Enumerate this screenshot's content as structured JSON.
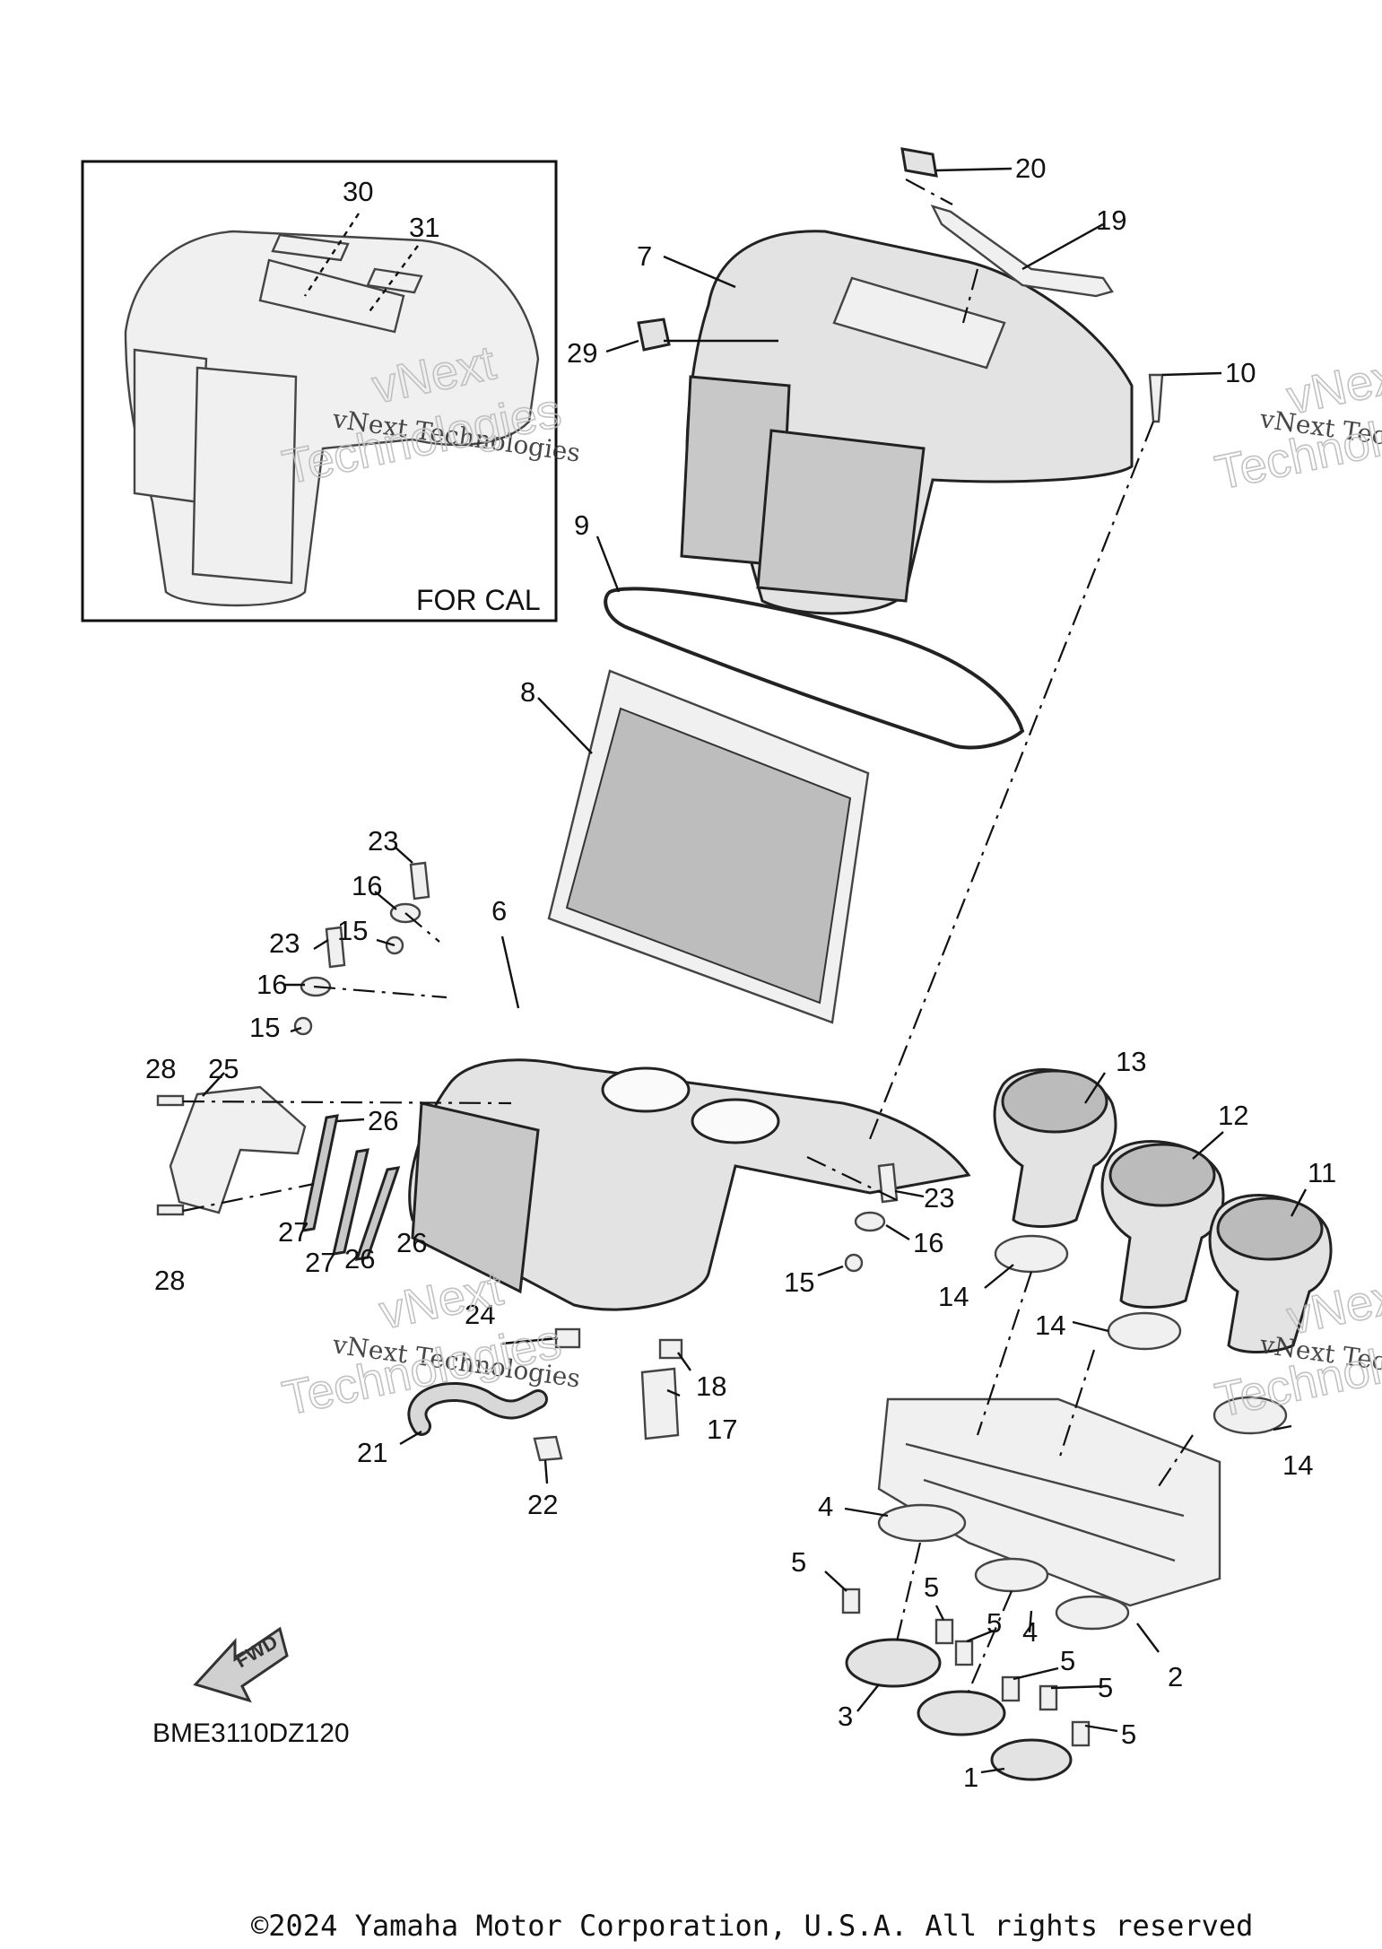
{
  "inset": {
    "label": "FOR CAL"
  },
  "drawing_code": "BME3110DZ120",
  "fwd_label": "FWD",
  "watermark": {
    "line1": "vNext Technologies",
    "line2": "vNext",
    "line3": "Technologies"
  },
  "copyright": "©2024 Yamaha Motor Corporation, U.S.A. All rights reserved",
  "callouts": {
    "c1": "1",
    "c2": "2",
    "c3": "3",
    "c4a": "4",
    "c4b": "4",
    "c5a": "5",
    "c5b": "5",
    "c5c": "5",
    "c5d": "5",
    "c5e": "5",
    "c5f": "5",
    "c6": "6",
    "c7": "7",
    "c8": "8",
    "c9": "9",
    "c10": "10",
    "c11": "11",
    "c12": "12",
    "c13": "13",
    "c14a": "14",
    "c14b": "14",
    "c14c": "14",
    "c15a": "15",
    "c15b": "15",
    "c15c": "15",
    "c16a": "16",
    "c16b": "16",
    "c16c": "16",
    "c17": "17",
    "c18": "18",
    "c19": "19",
    "c20": "20",
    "c21": "21",
    "c22": "22",
    "c23a": "23",
    "c23b": "23",
    "c23c": "23",
    "c24": "24",
    "c25": "25",
    "c26a": "26",
    "c26b": "26",
    "c26c": "26",
    "c27a": "27",
    "c27b": "27",
    "c28a": "28",
    "c28b": "28",
    "c29": "29",
    "c30": "30",
    "c31": "31"
  }
}
